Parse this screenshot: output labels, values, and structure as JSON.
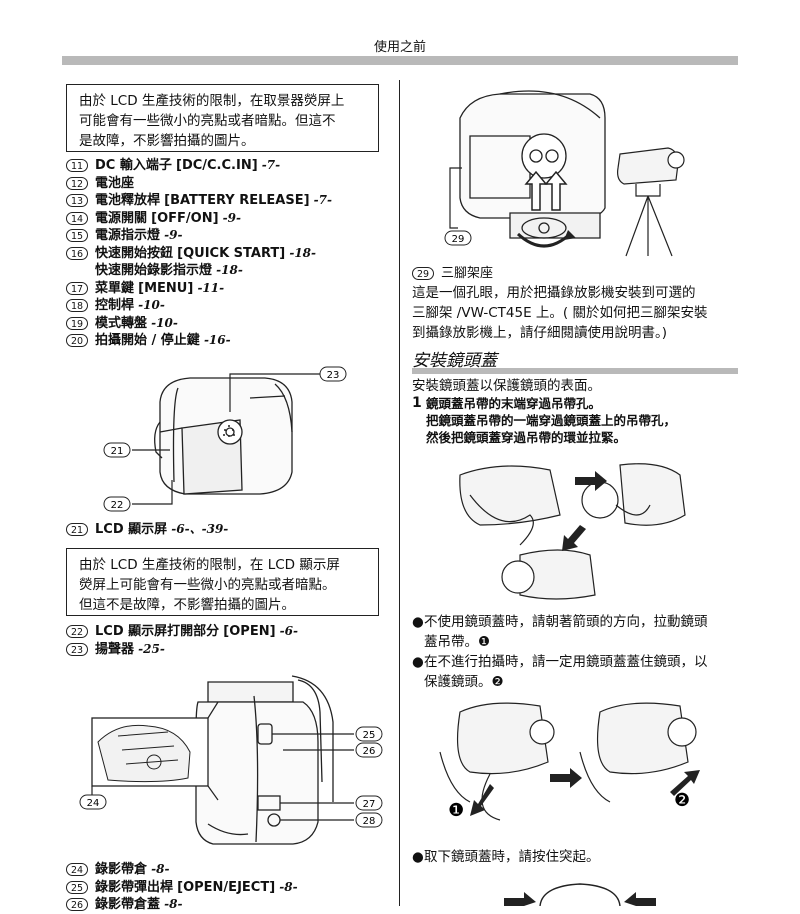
{
  "header": {
    "title": "使用之前"
  },
  "left": {
    "note1": [
      "由於 LCD 生產技術的限制，在取景器熒屏上",
      "可能會有一些微小的亮點或者暗點。但這不",
      "是故障，不影響拍攝的圖片。"
    ],
    "list1": [
      {
        "num": "11",
        "name": "DC 輸入端子",
        "en": "[DC/C.C.IN]",
        "page": "-7-"
      },
      {
        "num": "12",
        "name": "電池座",
        "en": "",
        "page": ""
      },
      {
        "num": "13",
        "name": "電池釋放桿",
        "en": "[BATTERY RELEASE]",
        "page": "-7-"
      },
      {
        "num": "14",
        "name": "電源開關",
        "en": "[OFF/ON]",
        "page": "-9-"
      },
      {
        "num": "15",
        "name": "電源指示燈",
        "en": "",
        "page": "-9-"
      },
      {
        "num": "16",
        "name": "快速開始按鈕",
        "en": "[QUICK START]",
        "page": "-18-"
      },
      {
        "num": "",
        "name": "快速開始錄影指示燈",
        "en": "",
        "page": "-18-"
      },
      {
        "num": "17",
        "name": "菜單鍵",
        "en": "[MENU]",
        "page": "-11-"
      },
      {
        "num": "18",
        "name": "控制桿",
        "en": "",
        "page": "-10-"
      },
      {
        "num": "19",
        "name": "模式轉盤",
        "en": "",
        "page": "-10-"
      },
      {
        "num": "20",
        "name": "拍攝開始 / 停止鍵",
        "en": "",
        "page": "-16-"
      }
    ],
    "fig1_labels": [
      "21",
      "22",
      "23"
    ],
    "lcd_item": {
      "num": "21",
      "name": "LCD 顯示屏",
      "page": "-6-、-39-"
    },
    "note2": [
      "由於 LCD 生產技術的限制，在 LCD 顯示屏",
      "熒屏上可能會有一些微小的亮點或者暗點。",
      "但這不是故障，不影響拍攝的圖片。"
    ],
    "list2": [
      {
        "num": "22",
        "name": "LCD 顯示屏打開部分",
        "en": "[OPEN]",
        "page": "-6-"
      },
      {
        "num": "23",
        "name": "揚聲器",
        "en": "",
        "page": "-25-"
      }
    ],
    "fig2_labels": [
      "24",
      "25",
      "26",
      "27",
      "28"
    ],
    "list3": [
      {
        "num": "24",
        "name": "錄影帶倉",
        "en": "",
        "page": "-8-"
      },
      {
        "num": "25",
        "name": "錄影帶彈出桿",
        "en": "[OPEN/EJECT]",
        "page": "-8-"
      },
      {
        "num": "26",
        "name": "錄影帶倉蓋",
        "en": "",
        "page": "-8-"
      }
    ]
  },
  "right": {
    "fig3_label": "29",
    "tripod": {
      "num": "29",
      "title": "三腳架座",
      "lines": [
        "這是一個孔眼，用於把攝錄放影機安裝到可選的",
        "三腳架 /VW-CT45E 上。( 關於如何把三腳架安裝",
        "到攝錄放影機上，請仔細閱讀使用說明書。)"
      ]
    },
    "section_title": "安裝鏡頭蓋",
    "intro": "安裝鏡頭蓋以保護鏡頭的表面。",
    "step": {
      "num": "1",
      "lines": [
        "鏡頭蓋吊帶的末端穿過吊帶孔。",
        "把鏡頭蓋吊帶的一端穿過鏡頭蓋上的吊帶孔，",
        "然後把鏡頭蓋穿過吊帶的環並拉緊。"
      ]
    },
    "bullets1": [
      [
        "不使用鏡頭蓋時，請朝著箭頭的方向，拉動鏡頭",
        "蓋吊帶。❶"
      ],
      [
        "在不進行拍攝時，請一定用鏡頭蓋蓋住鏡頭，以",
        "保護鏡頭。❷"
      ]
    ],
    "fig5_markers": [
      "❶",
      "❷"
    ],
    "bullet2": "取下鏡頭蓋時，請按住突起。"
  }
}
